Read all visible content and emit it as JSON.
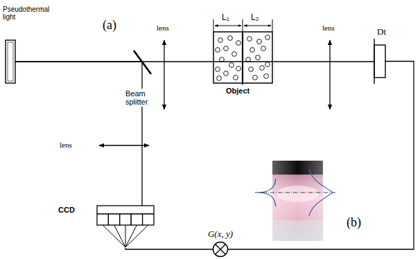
{
  "diagram": {
    "nodes": [
      {
        "text": [
          "Pseudothermal light"
        ]
      },
      {
        "text": [
          "Dt"
        ]
      },
      {
        "text": [
          "CCD"
        ]
      },
      {
        "text": [
          "G(x, y)"
        ]
      }
    ],
    "edges": [
      {
        "from": 0,
        "to": 1,
        "arrow": "none"
      },
      {
        "from": 0,
        "to": 2,
        "arrow": "none"
      },
      {
        "from": 2,
        "to": 3,
        "arrow": "none"
      },
      {
        "from": 1,
        "to": 3,
        "arrow": "none"
      }
    ],
    "labels": [
      "(a)",
      "lens",
      "L₁",
      "L₂",
      "Object",
      "lens",
      "Beam splitter",
      "lens",
      "(b)"
    ]
  }
}
